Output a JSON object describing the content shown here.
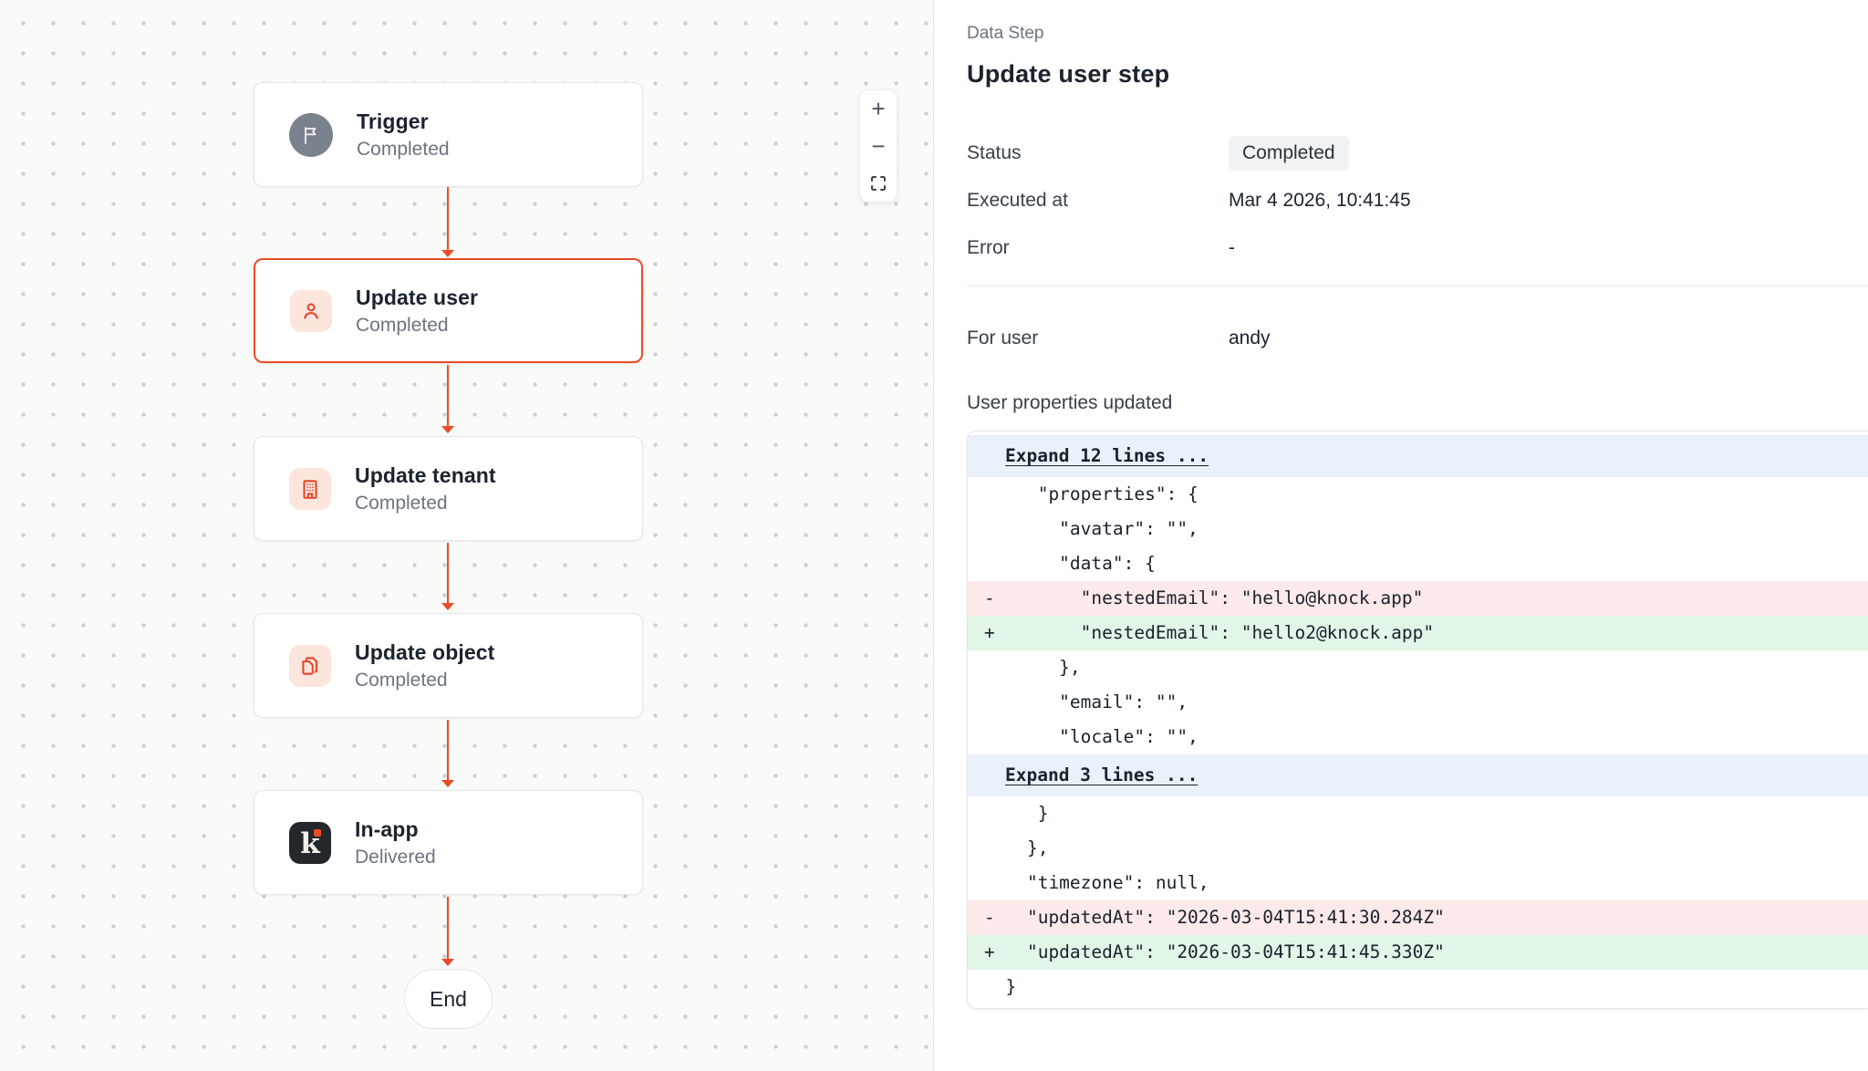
{
  "canvas": {
    "nodes": [
      {
        "title": "Trigger",
        "status": "Completed",
        "icon": "flag-icon"
      },
      {
        "title": "Update user",
        "status": "Completed",
        "icon": "user-icon",
        "selected": true
      },
      {
        "title": "Update tenant",
        "status": "Completed",
        "icon": "building-icon"
      },
      {
        "title": "Update object",
        "status": "Completed",
        "icon": "copy-icon"
      },
      {
        "title": "In-app",
        "status": "Delivered",
        "icon": "knock-logo",
        "logo_letter": "k"
      }
    ],
    "end_label": "End",
    "zoom_controls": {
      "zoom_in": "+",
      "zoom_out": "−",
      "fit_icon": "fullscreen-icon"
    }
  },
  "panel": {
    "eyebrow": "Data Step",
    "title": "Update user step",
    "fields": [
      {
        "label": "Status",
        "value": "Completed",
        "style": "badge"
      },
      {
        "label": "Executed at",
        "value": "Mar 4 2026, 10:41:45"
      },
      {
        "label": "Error",
        "value": "-"
      }
    ],
    "for_user": {
      "label": "For user",
      "value": "andy"
    },
    "section_label": "User properties updated",
    "diff": {
      "rows": [
        {
          "type": "expand",
          "text": "Expand 12 lines ..."
        },
        {
          "type": "ctx",
          "text": "     \"properties\": {"
        },
        {
          "type": "ctx",
          "text": "       \"avatar\": \"\","
        },
        {
          "type": "ctx",
          "text": "       \"data\": {"
        },
        {
          "type": "del",
          "text": "-        \"nestedEmail\": \"hello@knock.app\""
        },
        {
          "type": "add",
          "text": "+        \"nestedEmail\": \"hello2@knock.app\""
        },
        {
          "type": "ctx",
          "text": "       },"
        },
        {
          "type": "ctx",
          "text": "       \"email\": \"\","
        },
        {
          "type": "ctx",
          "text": "       \"locale\": \"\","
        },
        {
          "type": "expand",
          "text": "Expand 3 lines ..."
        },
        {
          "type": "ctx",
          "text": "     }"
        },
        {
          "type": "ctx",
          "text": "    },"
        },
        {
          "type": "ctx",
          "text": "    \"timezone\": null,"
        },
        {
          "type": "del",
          "text": "-   \"updatedAt\": \"2026-03-04T15:41:30.284Z\""
        },
        {
          "type": "add",
          "text": "+   \"updatedAt\": \"2026-03-04T15:41:45.330Z\""
        },
        {
          "type": "ctx",
          "text": "  }"
        }
      ]
    }
  },
  "colors": {
    "accent": "#EB4B27",
    "accent_soft": "#FCE5DD",
    "canvas_bg": "#FAFAF8",
    "expand_row_bg": "#EAF1FA",
    "deleted_row_bg": "#FCE9E9",
    "added_row_bg": "#E2F5E7",
    "badge_bg": "#F1F2F3",
    "trigger_icon_bg": "#7A828D",
    "knock_tile_bg": "#24272C"
  }
}
